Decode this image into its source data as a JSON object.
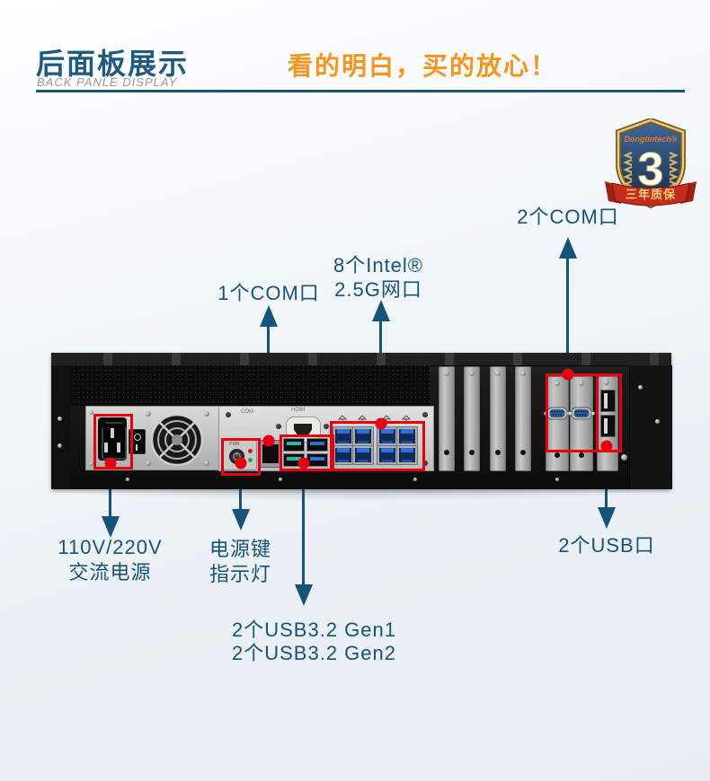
{
  "header": {
    "title": "后面板展示",
    "subtitle": "BACK PANLE DISPLAY",
    "slogan": "看的明白，买的放心！"
  },
  "badge": {
    "brand": "Dongtintech®",
    "number": "3",
    "ribbon": "三年质保"
  },
  "labels": {
    "com2": "2个COM口",
    "intel1": "8个Intel®",
    "intel2": "2.5G网口",
    "com1": "1个COM口",
    "ac1": "110V/220V",
    "ac2": "交流电源",
    "pwr1": "电源键",
    "pwr2": "指示灯",
    "usb321": "2个USB3.2 Gen1",
    "usb322": "2个USB3.2 Gen2",
    "usb2": "2个USB口"
  },
  "machine": {
    "com_label": "COM",
    "hdmi_label": "HDMI",
    "pwr_label": "PWR"
  },
  "colors": {
    "annotation_blue": "#15537A",
    "title_blue": "#1E5A80",
    "slogan_orange": "#F7941D",
    "highlight_red": "#E60012",
    "lan_blue": "#2E6FDB",
    "usb_gen1_teal": "#2AB5A5",
    "usb_gen2_blue": "#2F6FD8"
  }
}
